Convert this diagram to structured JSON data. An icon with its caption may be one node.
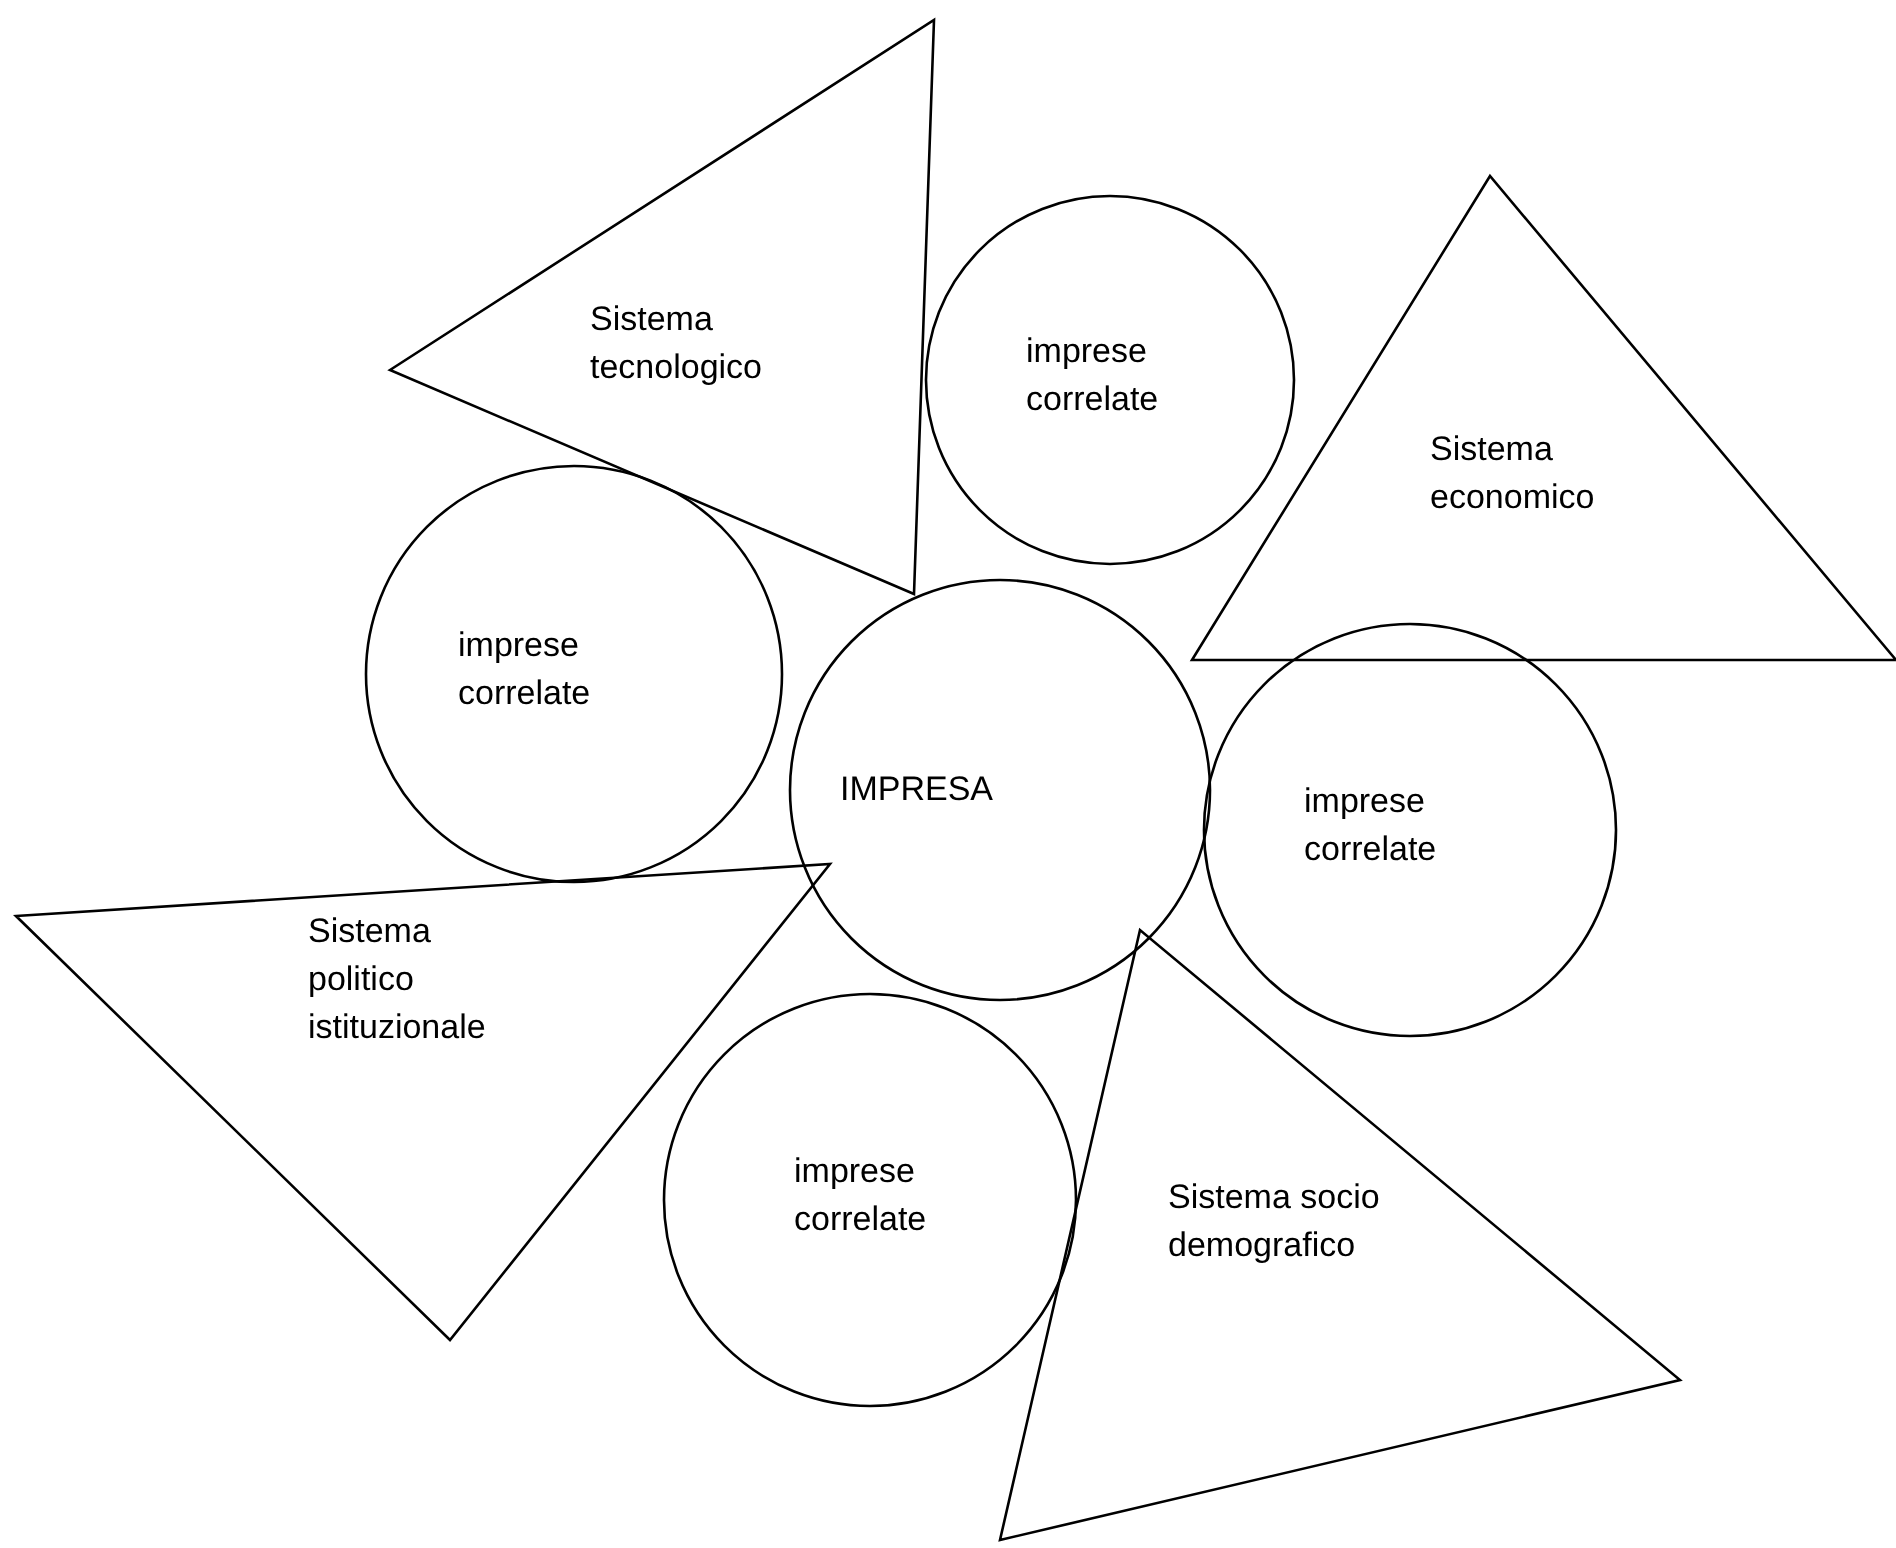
{
  "diagram": {
    "nodes": [
      {
        "text": [
          "Sistema tecnologico"
        ]
      },
      {
        "text": [
          "imprese correlate"
        ]
      },
      {
        "text": [
          "Sistema economico"
        ]
      },
      {
        "text": [
          "imprese correlate"
        ]
      },
      {
        "text": [
          "IMPRESA"
        ]
      },
      {
        "text": [
          "imprese correlate"
        ]
      },
      {
        "text": [
          "Sistema politico istituzionale"
        ]
      },
      {
        "text": [
          "imprese correlate"
        ]
      },
      {
        "text": [
          "Sistema socio demografico"
        ]
      }
    ]
  }
}
